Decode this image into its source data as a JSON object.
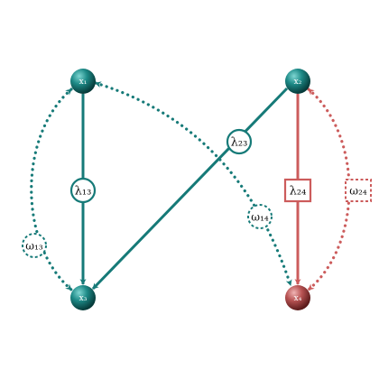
{
  "colors": {
    "teal": "#167a78",
    "red": "#cc5c5c",
    "background": "#ffffff"
  },
  "nodes": {
    "x1": {
      "label": "x₁",
      "color": "teal"
    },
    "x2": {
      "label": "x₂",
      "color": "teal"
    },
    "x3": {
      "label": "x₃",
      "color": "teal"
    },
    "x4": {
      "label": "x₄",
      "color": "red"
    }
  },
  "edges": {
    "lambda13": {
      "label": "λ₁₃",
      "from": "x1",
      "to": "x3",
      "style": "solid",
      "label_shape": "circle",
      "color": "teal"
    },
    "lambda23": {
      "label": "λ₂₃",
      "from": "x2",
      "to": "x3",
      "style": "solid",
      "label_shape": "circle",
      "color": "teal"
    },
    "lambda24": {
      "label": "λ₂₄",
      "from": "x2",
      "to": "x4",
      "style": "solid",
      "label_shape": "square",
      "color": "red"
    },
    "omega13": {
      "label": "ω₁₃",
      "between": [
        "x1",
        "x3"
      ],
      "style": "dotted-bidirectional",
      "label_shape": "circle-dashed",
      "color": "teal"
    },
    "omega14": {
      "label": "ω₁₄",
      "between": [
        "x1",
        "x4"
      ],
      "style": "dotted-bidirectional",
      "label_shape": "circle-dashed",
      "color": "teal"
    },
    "omega24": {
      "label": "ω₂₄",
      "between": [
        "x2",
        "x4"
      ],
      "style": "dotted-bidirectional",
      "label_shape": "square-dashed",
      "color": "red"
    }
  }
}
